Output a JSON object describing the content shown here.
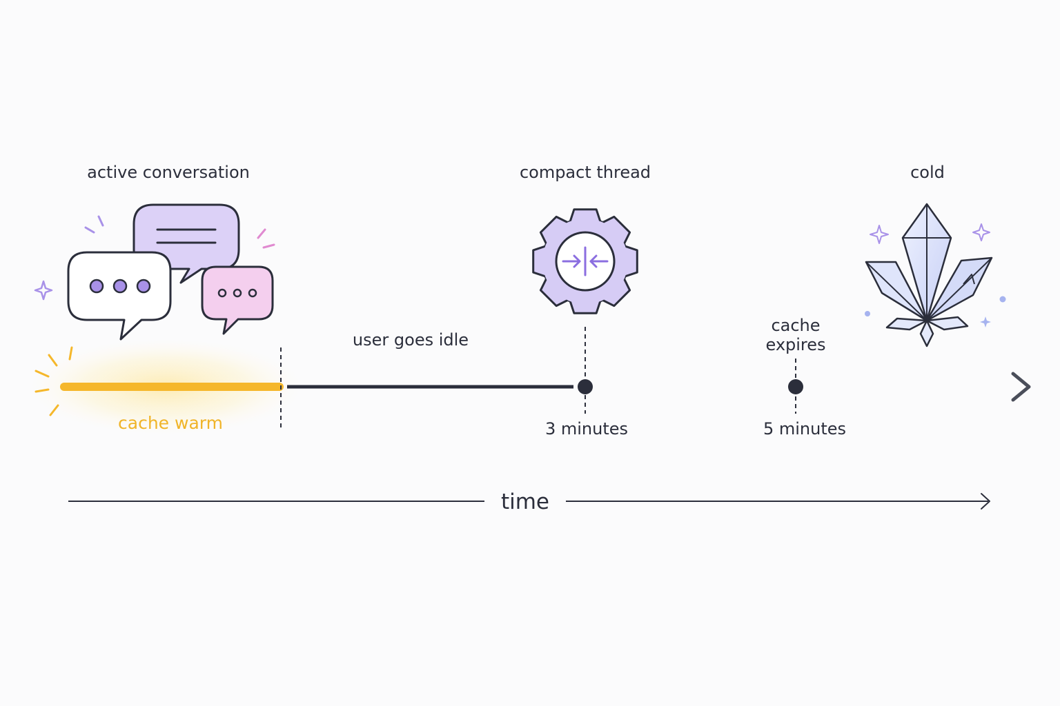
{
  "stages": {
    "active": {
      "label": "active conversation"
    },
    "compact": {
      "label": "compact thread"
    },
    "cold": {
      "label": "cold"
    }
  },
  "events": {
    "idle": {
      "label": "user goes idle"
    },
    "expires": {
      "label_line1": "cache",
      "label_line2": "expires"
    }
  },
  "segments": {
    "warm": {
      "label": "cache warm"
    }
  },
  "milestones": {
    "three": {
      "label": "3 minutes"
    },
    "five": {
      "label": "5 minutes"
    }
  },
  "axis": {
    "label": "time"
  },
  "icons": {
    "active": "chat-bubbles-icon",
    "compact": "gear-compress-icon",
    "cold": "ice-crystal-icon"
  },
  "colors": {
    "warm": "#f5b72b",
    "idle_line": "#2b2e3b",
    "compact_line": "#9b7be0",
    "cold_line": "#8a8d97",
    "accent_purple": "#a891e8"
  }
}
